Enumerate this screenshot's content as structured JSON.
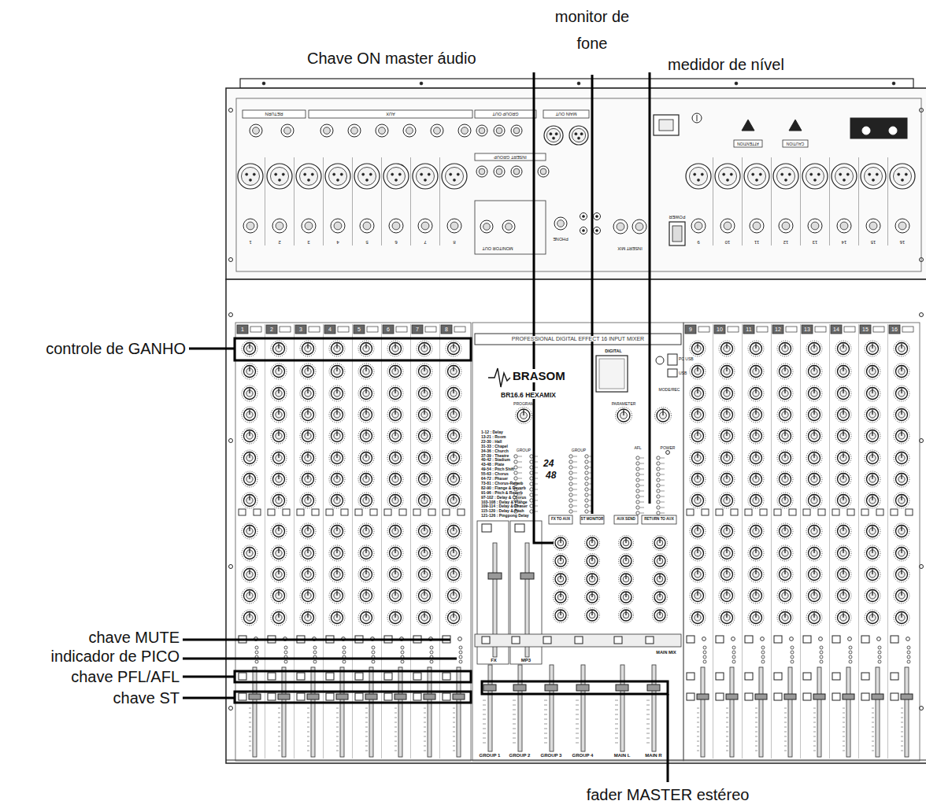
{
  "diagram": {
    "labels": [
      "Chave ON master áudio",
      "monitor de fone",
      "medidor de nível",
      "controle de GANHO",
      "chave MUTE",
      "indicador de PICO",
      "chave PFL/AFL",
      "chave ST",
      "fader MASTER estéreo",
      "PROFESSIONAL DIGITAL EFFECT 16 INPUT MIXER",
      "BRASOM",
      "BR16.6 HEXAMIX",
      "DIGITAL",
      "PROGRAM",
      "PARAMETER",
      "GROUP",
      "GROUP",
      "FX",
      "MP3",
      "GROUP 1",
      "GROUP 2",
      "GROUP 3",
      "GROUP 4",
      "MAIN L",
      "MAIN R",
      "MAIN MIX",
      "1-12 : Delay",
      "13-21 : Room",
      "22-30 : Hall",
      "31-33 : Chapel",
      "34-36 : Church",
      "37-39 : Theatre",
      "40-42 : Stadium",
      "43-48 : Plate",
      "49-54 : Pitch Shift",
      "55-63 : Chorus",
      "64-72 : Phaser",
      "73-81 : Chorus-Reverb",
      "82-90 : Flange & Reverb",
      "91-96 : Pitch & Reverb",
      "97-102 : Delay & Chorus",
      "103-108 : Delay & Flange",
      "109-114 : Delay & Phaser",
      "115-120 : Delay & Pitch",
      "121-126 : Pingpong Delay",
      "24",
      "48",
      "1",
      "2",
      "3",
      "4",
      "5",
      "6",
      "7",
      "8",
      "9",
      "10",
      "11",
      "12",
      "13",
      "14",
      "15",
      "16",
      "RETURN",
      "AUX",
      "GROUP OUT",
      "MAIN OUT",
      "INSERT GROUP",
      "MONITOR OUT",
      "PHONE",
      "INSERT MIX",
      "POWER",
      "ATTENTION",
      "CAUTION",
      "1",
      "2",
      "3",
      "4",
      "5",
      "6",
      "7",
      "8",
      "9",
      "10",
      "11",
      "12",
      "13",
      "14",
      "15",
      "16",
      "PC USB",
      "USB",
      "MODE/REC",
      "POWER",
      "AFL",
      "ST MONITOR",
      "FX TO AUX",
      "AUX SEND",
      "RETURN TO AUX"
    ]
  }
}
